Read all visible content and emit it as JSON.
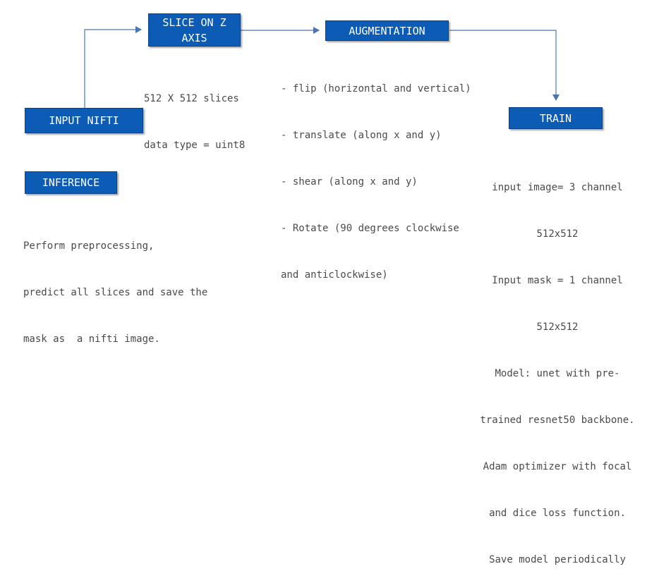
{
  "boxes": {
    "input_nifti": "INPUT NIFTI",
    "slice_line1": "SLICE ON Z",
    "slice_line2": "AXIS",
    "augmentation": "AUGMENTATION",
    "train": "TRAIN",
    "inference": "INFERENCE"
  },
  "notes": {
    "slice": [
      "512 X 512 slices",
      "data type = uint8"
    ],
    "augmentation": [
      "- flip (horizontal and vertical)",
      "- translate (along x and y)",
      "- shear (along x and y)",
      "- Rotate (90 degrees clockwise",
      "and anticlockwise)"
    ],
    "train": [
      "input image= 3 channel",
      "512x512",
      "Input mask = 1 channel",
      "512x512",
      "Model: unet with pre-",
      "trained resnet50 backbone.",
      "Adam optimizer with focal",
      "and dice loss function.",
      "Save model periodically"
    ],
    "inference": [
      "Perform preprocessing,",
      "predict all slices and save the",
      "mask as  a nifti image."
    ]
  },
  "colors": {
    "box_fill": "#0c5cb5",
    "arrow": "#4a74b4",
    "note_text": "#4a4a4a"
  }
}
